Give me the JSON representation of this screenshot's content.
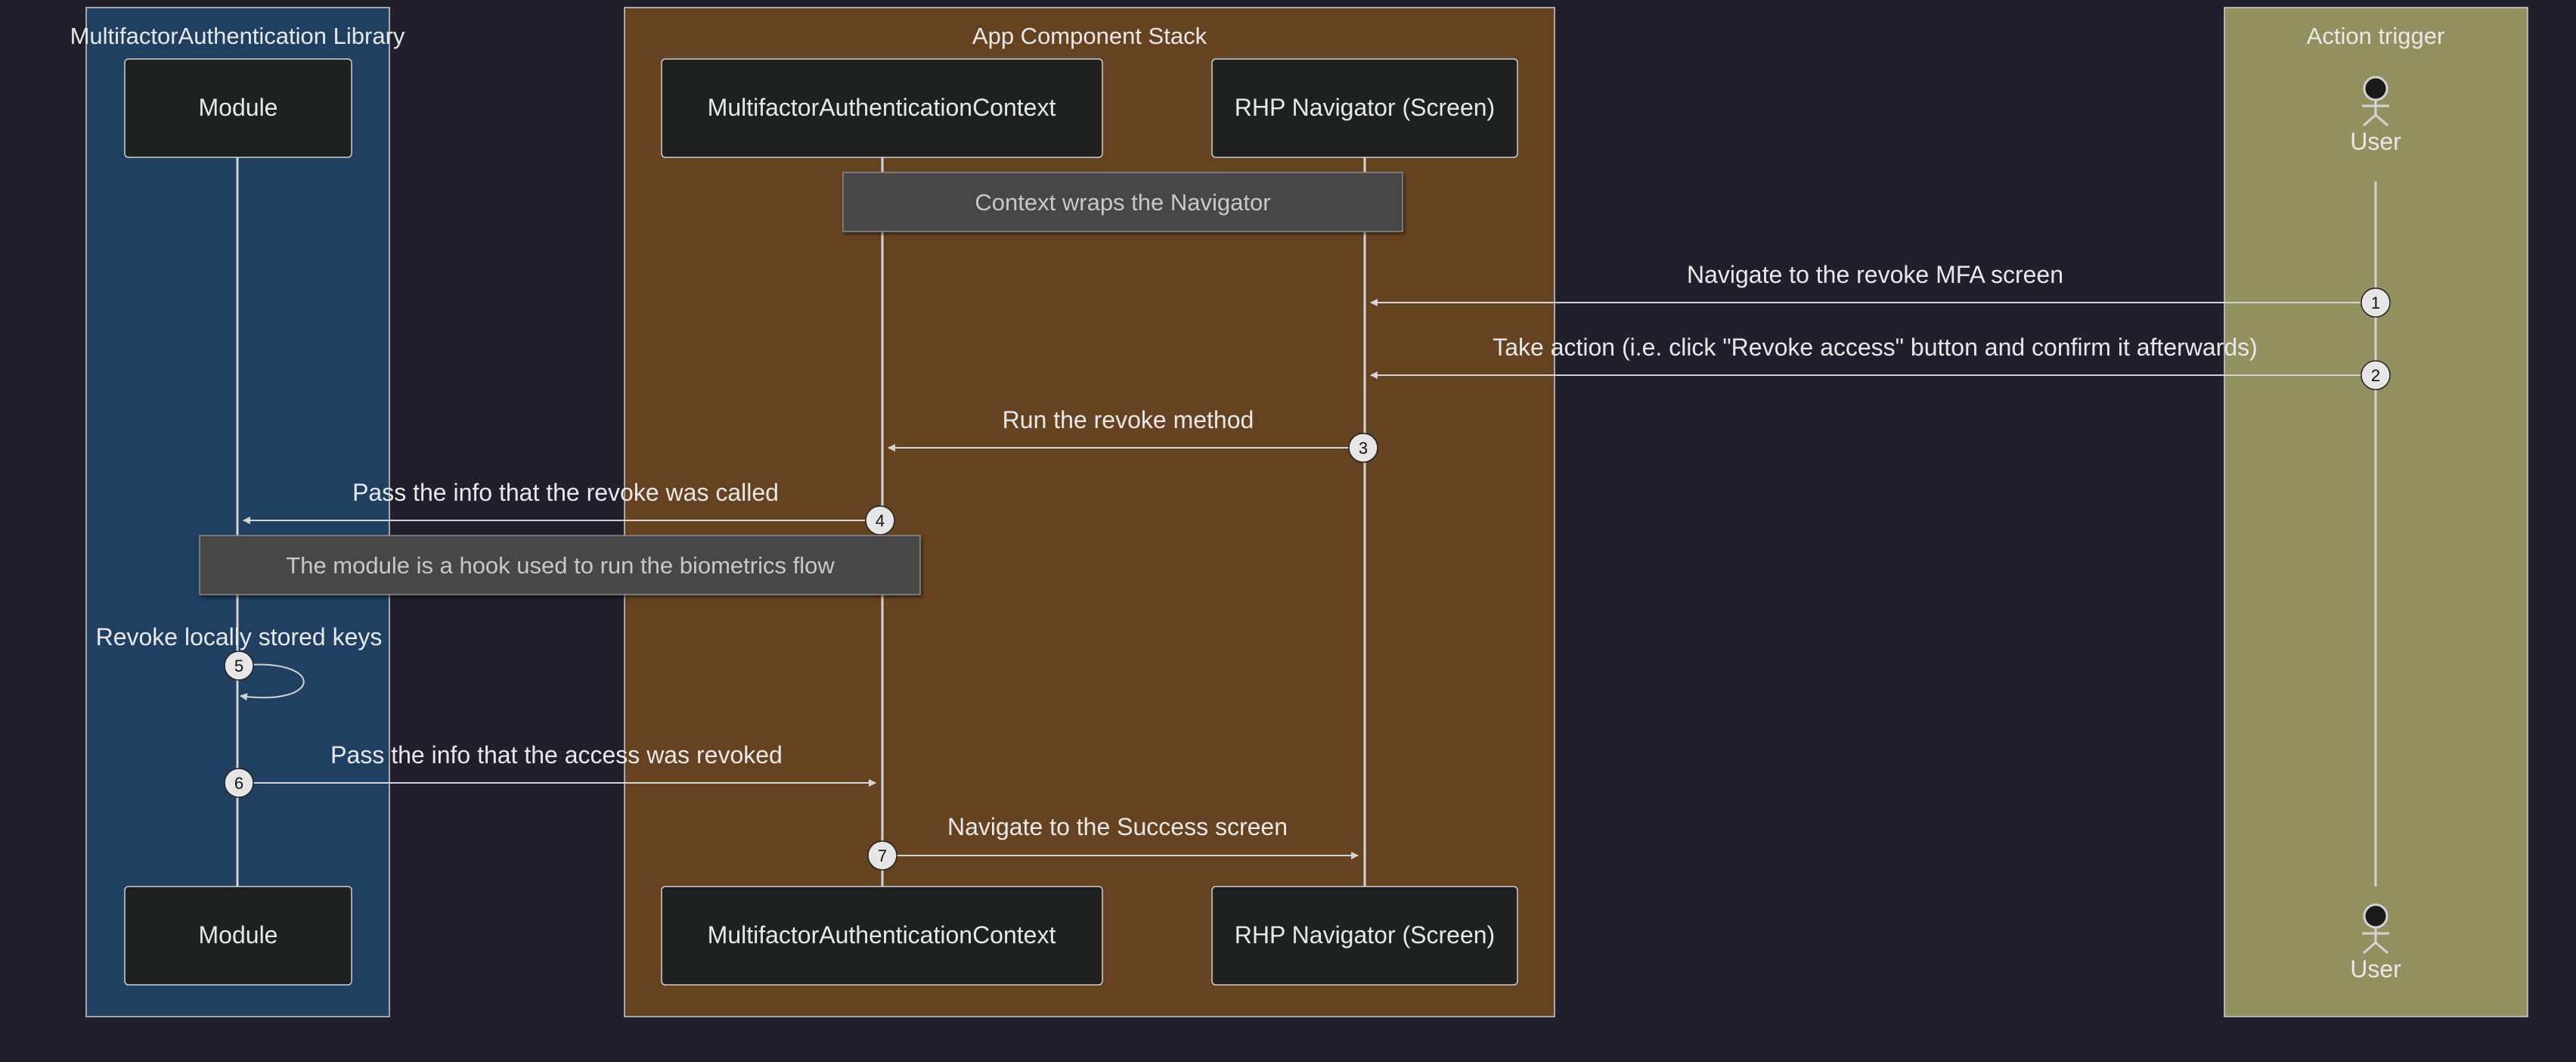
{
  "colors": {
    "background": "#221f2d",
    "group_library": "#1f4060",
    "group_app": "#654321",
    "group_trigger": "#939060",
    "participant_fill": "#1f2020",
    "note_fill": "#474747",
    "line": "#d4d4d4",
    "text": "#e8e8e8"
  },
  "groups": [
    {
      "id": "library",
      "label": "MultifactorAuthentication Library"
    },
    {
      "id": "app",
      "label": "App Component Stack"
    },
    {
      "id": "trigger",
      "label": "Action trigger"
    }
  ],
  "participants": [
    {
      "id": "module",
      "label": "Module"
    },
    {
      "id": "context",
      "label": "MultifactorAuthenticationContext"
    },
    {
      "id": "navigator",
      "label": "RHP Navigator (Screen)"
    }
  ],
  "actor": {
    "id": "user",
    "label": "User"
  },
  "notes": [
    {
      "label": "Context wraps the Navigator"
    },
    {
      "label": "The module is a hook used to run the biometrics flow"
    }
  ],
  "messages": [
    {
      "number": "1",
      "from": "user",
      "to": "navigator",
      "label": "Navigate to the revoke MFA screen"
    },
    {
      "number": "2",
      "from": "user",
      "to": "navigator",
      "label": "Take action (i.e. click \"Revoke access\" button and confirm it afterwards)"
    },
    {
      "number": "3",
      "from": "navigator",
      "to": "context",
      "label": "Run the revoke method"
    },
    {
      "number": "4",
      "from": "context",
      "to": "module",
      "label": "Pass the info that the revoke was called"
    },
    {
      "number": "5",
      "from": "module",
      "to": "module",
      "label": "Revoke locally stored keys"
    },
    {
      "number": "6",
      "from": "module",
      "to": "context",
      "label": "Pass the info that the access was revoked"
    },
    {
      "number": "7",
      "from": "context",
      "to": "navigator",
      "label": "Navigate to the Success screen"
    }
  ]
}
